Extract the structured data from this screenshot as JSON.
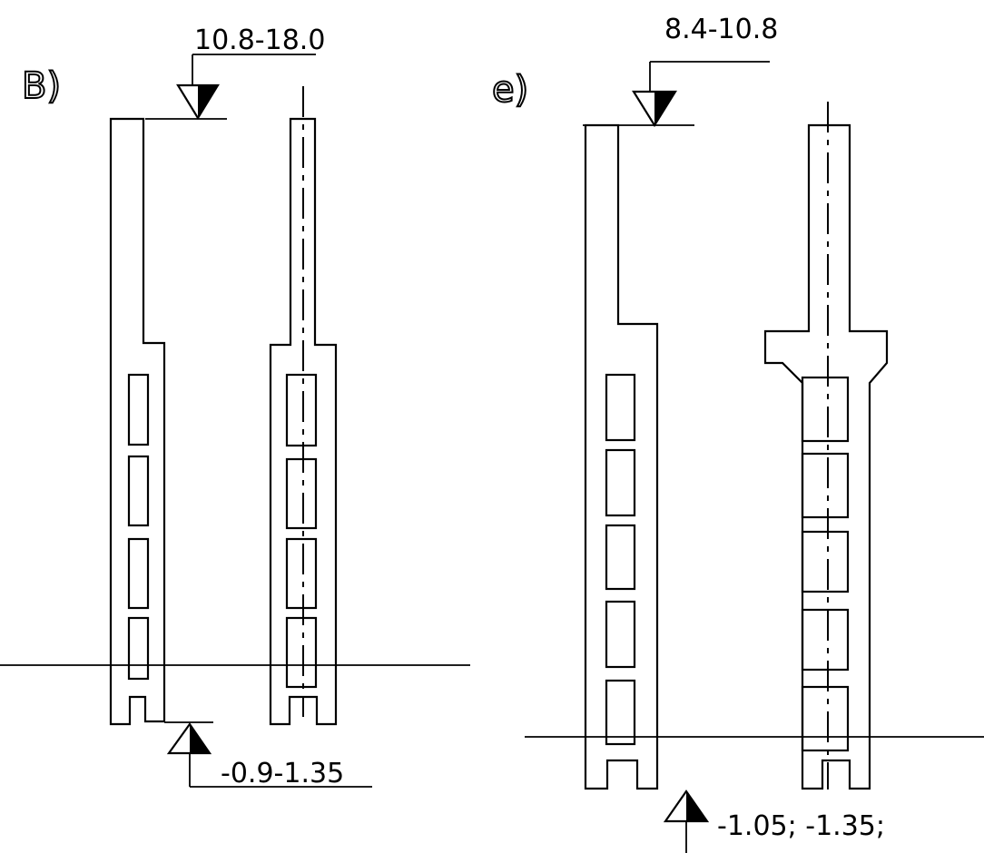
{
  "panels": [
    {
      "letter": "B)",
      "top_level": "10.8-18.0",
      "bottom_level": "-0.9-1.35"
    },
    {
      "letter": "e)",
      "top_level": "8.4-10.8",
      "bottom_level": "-1.05; -1.35;"
    }
  ],
  "colors": {
    "ink": "#000000",
    "paper": "#ffffff"
  }
}
